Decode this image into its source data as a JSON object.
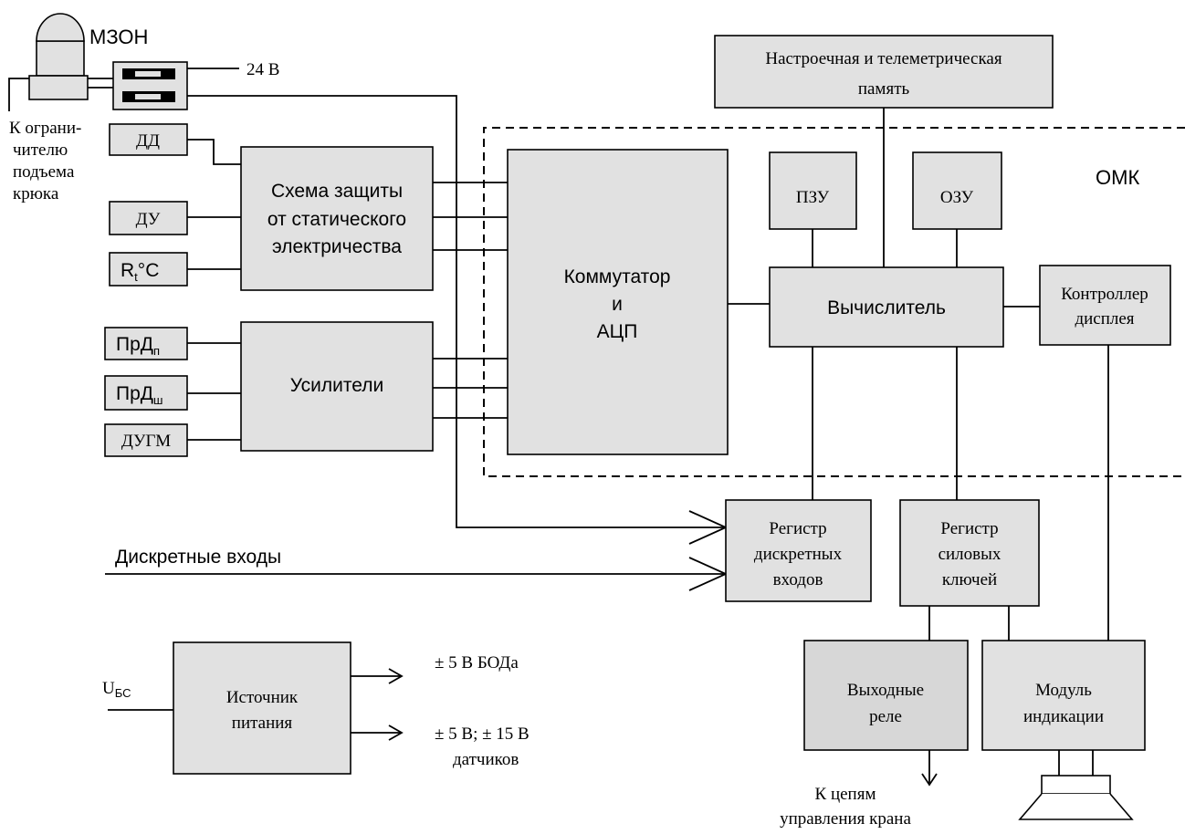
{
  "labels": {
    "mzon": "МЗОН",
    "v24": "24 В",
    "k_ogr_1": "К ограни-",
    "k_ogr_2": "чителю",
    "k_ogr_3": "подъема",
    "k_ogr_4": "крюка",
    "omk": "ОМК",
    "discrete_inputs": "Дискретные входы",
    "ubs_main": "U",
    "ubs_sub": "БС",
    "out_5v_boda": "± 5 В БОДа",
    "out_5v_15v": "± 5 В; ± 15 В",
    "out_sensors": "датчиков",
    "k_cepyam_1": "К цепям",
    "k_cepyam_2": "управления крана"
  },
  "blocks": {
    "nastroech_1": "Настроечная и телеметрическая",
    "nastroech_2": "память",
    "dd": "ДД",
    "du": "ДУ",
    "rt_main": "R",
    "rt_sub": "t",
    "rt_tail": "°C",
    "prd_p_main": "ПрД",
    "prd_p_sub": "п",
    "prd_sh_main": "ПрД",
    "prd_sh_sub": "ш",
    "dugm": "ДУГМ",
    "shema_1": "Схема защиты",
    "shema_2": "от статического",
    "shema_3": "электричества",
    "usiliteli": "Усилители",
    "komm_1": "Коммутатор",
    "komm_2": "и",
    "komm_3": "АЦП",
    "pzu": "ПЗУ",
    "ozu": "ОЗУ",
    "vychislitel": "Вычислитель",
    "kontroller_1": "Контроллер",
    "kontroller_2": "дисплея",
    "reg_disc_1": "Регистр",
    "reg_disc_2": "дискретных",
    "reg_disc_3": "входов",
    "reg_sil_1": "Регистр",
    "reg_sil_2": "силовых",
    "reg_sil_3": "ключей",
    "istochnik_1": "Источник",
    "istochnik_2": "питания",
    "vyh_rele_1": "Выходные",
    "vyh_rele_2": "реле",
    "modul_1": "Модуль",
    "modul_2": "индикации"
  }
}
